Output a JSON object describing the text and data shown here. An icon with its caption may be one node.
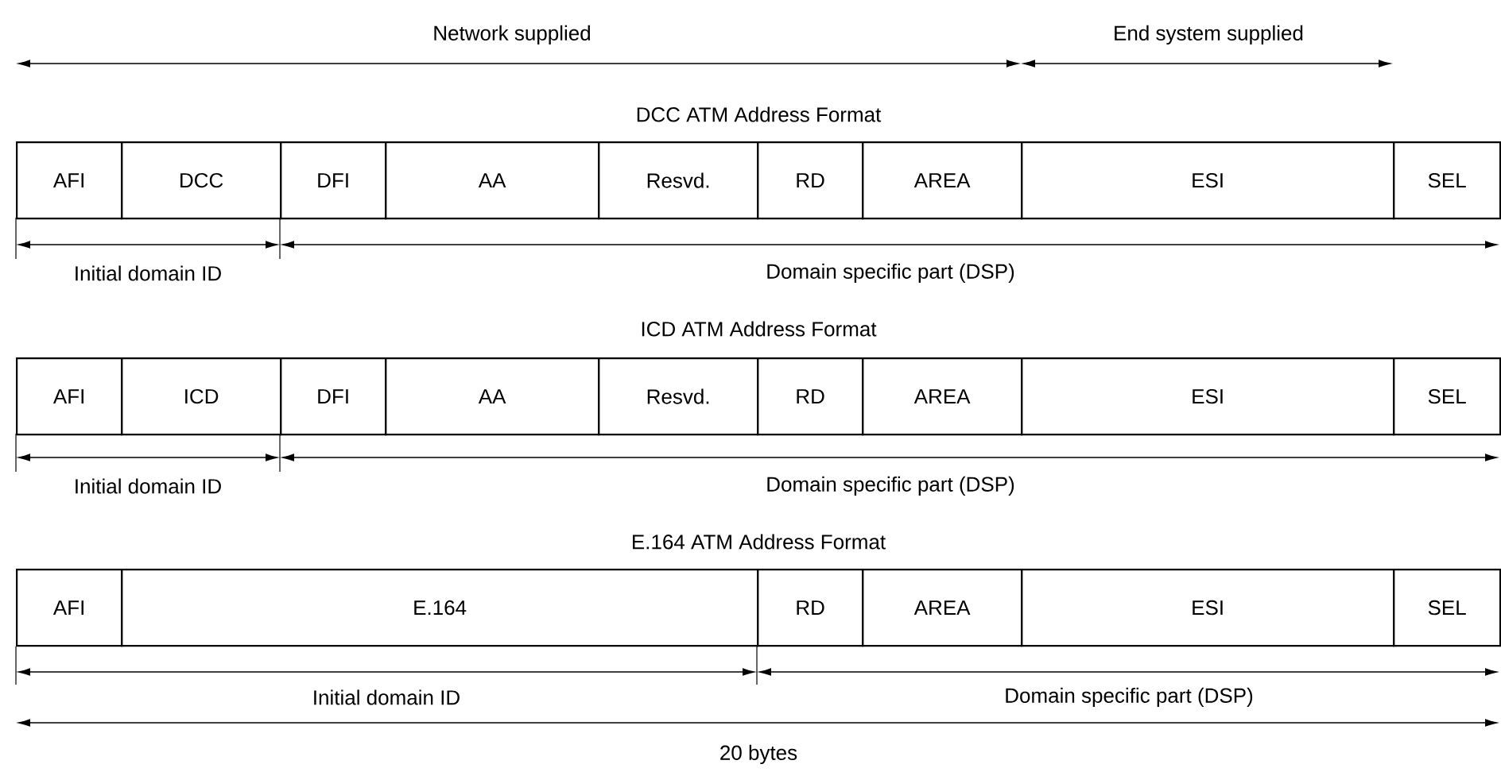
{
  "diagram": {
    "nodes": [
      {
        "text": [
          "AFI"
        ]
      },
      {
        "text": [
          "DCC"
        ]
      },
      {
        "text": [
          "DFI"
        ]
      },
      {
        "text": [
          "AA"
        ]
      },
      {
        "text": [
          "Resvd."
        ]
      },
      {
        "text": [
          "RD"
        ]
      },
      {
        "text": [
          "AREA"
        ]
      },
      {
        "text": [
          "ESI"
        ]
      },
      {
        "text": [
          "SEL"
        ]
      },
      {
        "text": [
          "AFI"
        ]
      },
      {
        "text": [
          "ICD"
        ]
      },
      {
        "text": [
          "DFI"
        ]
      },
      {
        "text": [
          "AA"
        ]
      },
      {
        "text": [
          "Resvd."
        ]
      },
      {
        "text": [
          "RD"
        ]
      },
      {
        "text": [
          "AREA"
        ]
      },
      {
        "text": [
          "ESI"
        ]
      },
      {
        "text": [
          "SEL"
        ]
      },
      {
        "text": [
          "AFI"
        ]
      },
      {
        "text": [
          "E.164"
        ]
      },
      {
        "text": [
          "RD"
        ]
      },
      {
        "text": [
          "AREA"
        ]
      },
      {
        "text": [
          "ESI"
        ]
      },
      {
        "text": [
          "SEL"
        ]
      }
    ],
    "labels": [
      "Network supplied",
      "End system supplied",
      "DCC ATM Address Format",
      "Initial domain ID",
      "Domain specific part (DSP)",
      "ICD ATM Address Format",
      "Initial domain ID",
      "Domain specific part (DSP)",
      "E.164 ATM Address Format",
      "Initial domain ID",
      "Domain specific part (DSP)",
      "20 bytes"
    ]
  }
}
